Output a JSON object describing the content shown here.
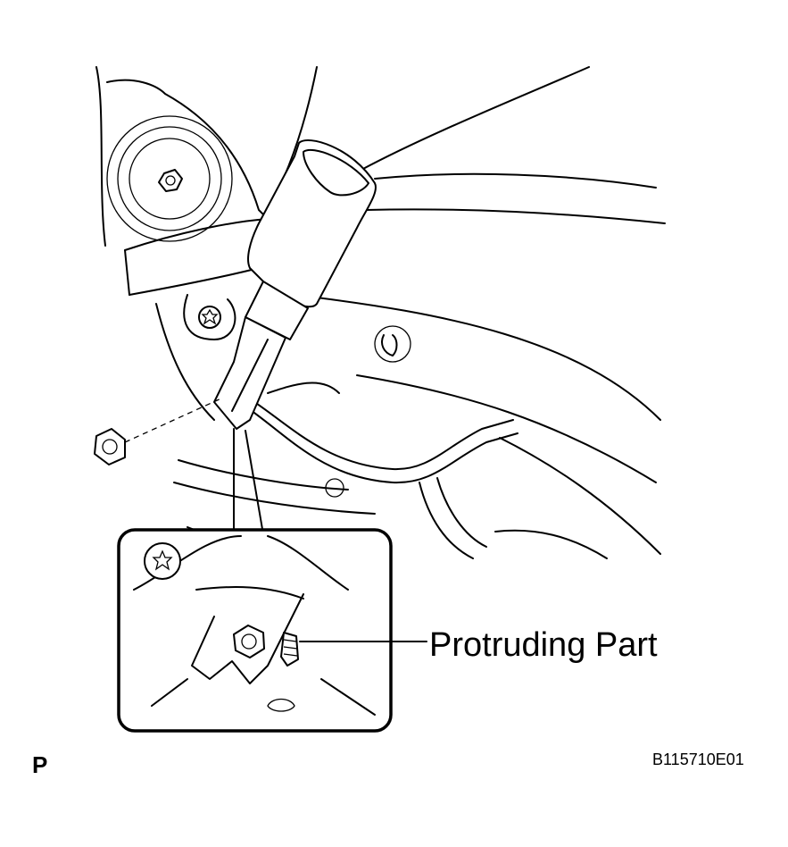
{
  "callout": {
    "label": "Protruding Part"
  },
  "view_letter": "P",
  "figure_code": "B115710E01",
  "icons": [
    "seat-belt-buckle-icon",
    "nut-icon",
    "bolt-icon",
    "torx-bolt-icon",
    "wire-harness-icon"
  ]
}
